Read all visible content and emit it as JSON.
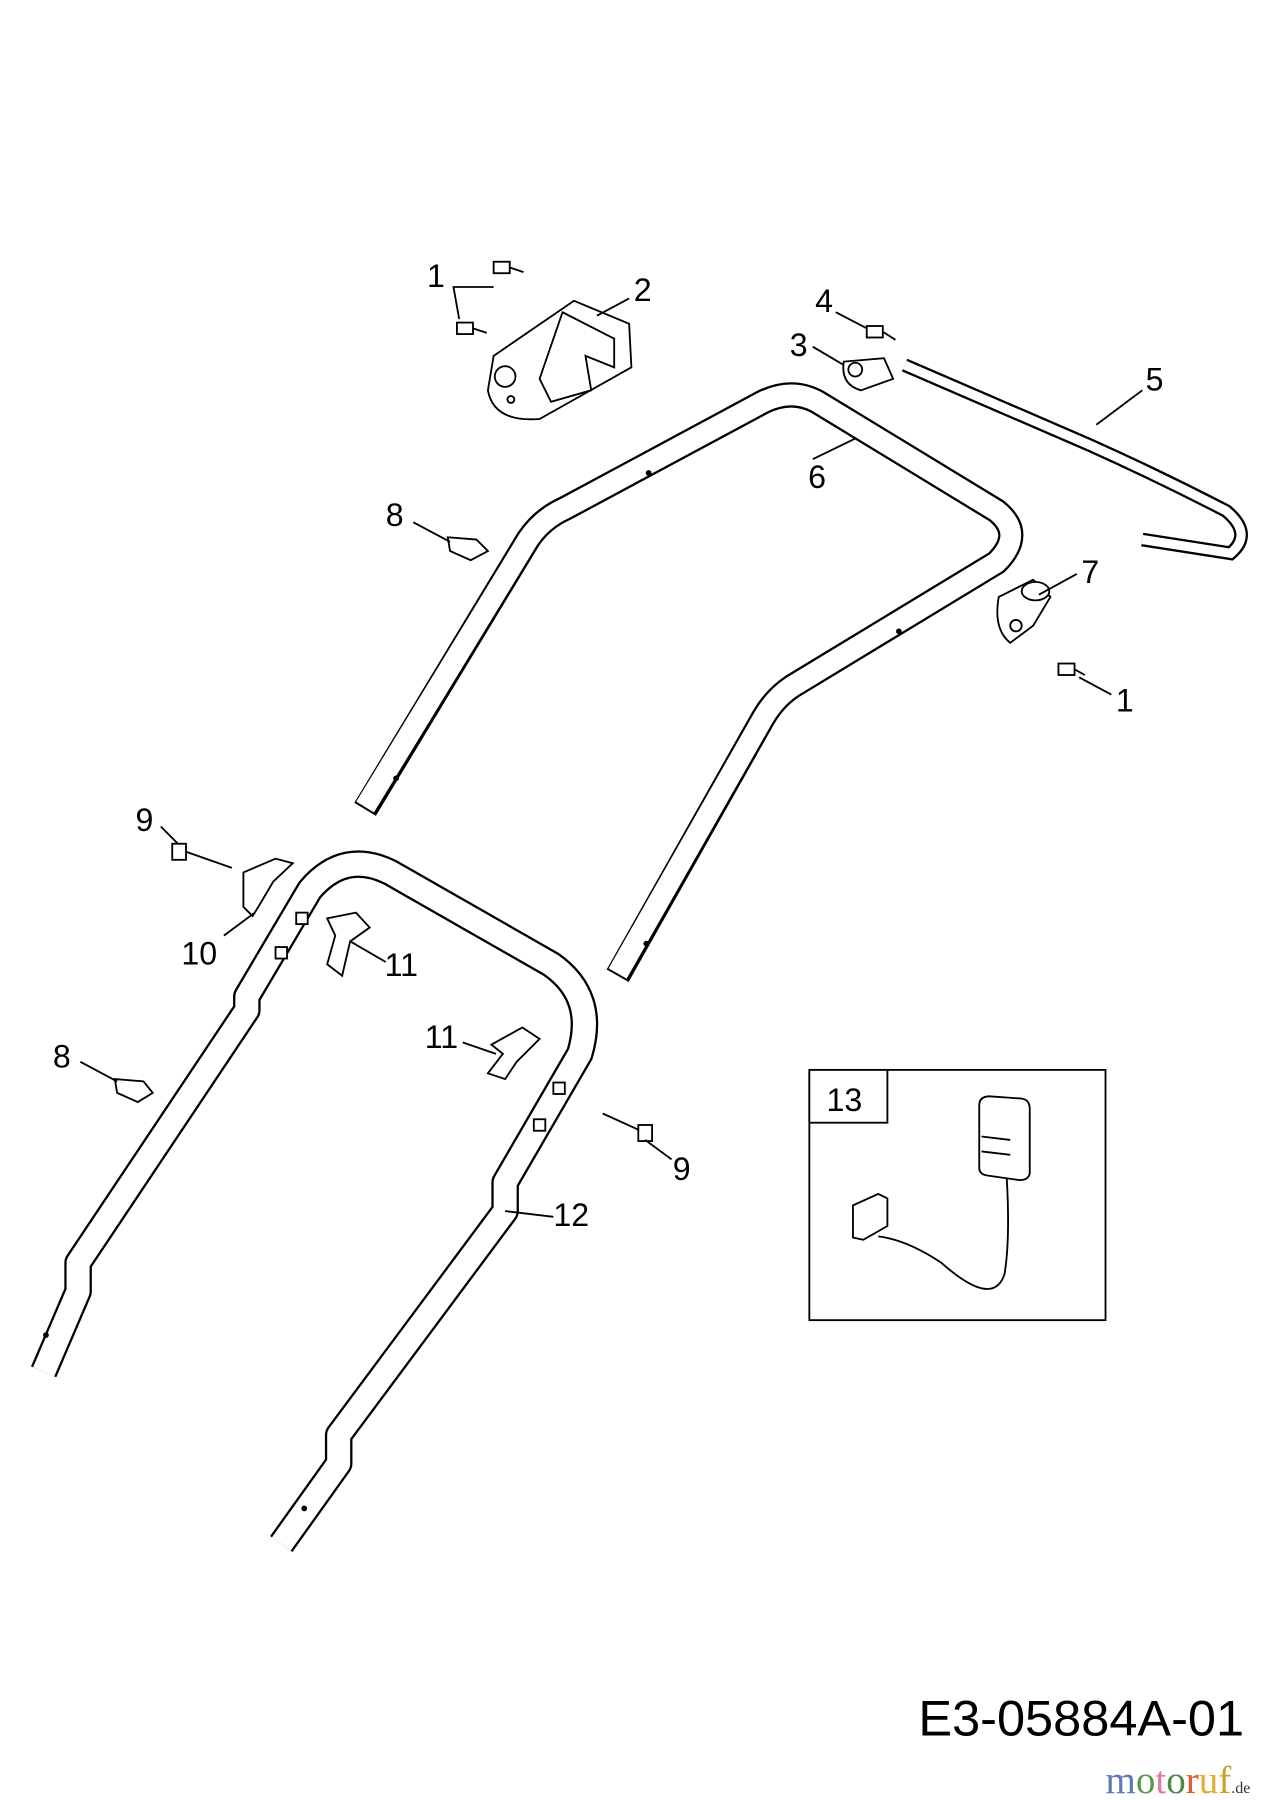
{
  "diagram": {
    "drawing_number": "E3-05884A-01",
    "watermark": {
      "text": "motoruf",
      "suffix": ".de"
    },
    "callouts": {
      "c1a": "1",
      "c1b": "1",
      "c2": "2",
      "c3": "3",
      "c4": "4",
      "c5": "5",
      "c6": "6",
      "c7": "7",
      "c8a": "8",
      "c8b": "8",
      "c9a": "9",
      "c9b": "9",
      "c10": "10",
      "c11a": "11",
      "c11b": "11",
      "c12": "12",
      "c13": "13"
    }
  }
}
